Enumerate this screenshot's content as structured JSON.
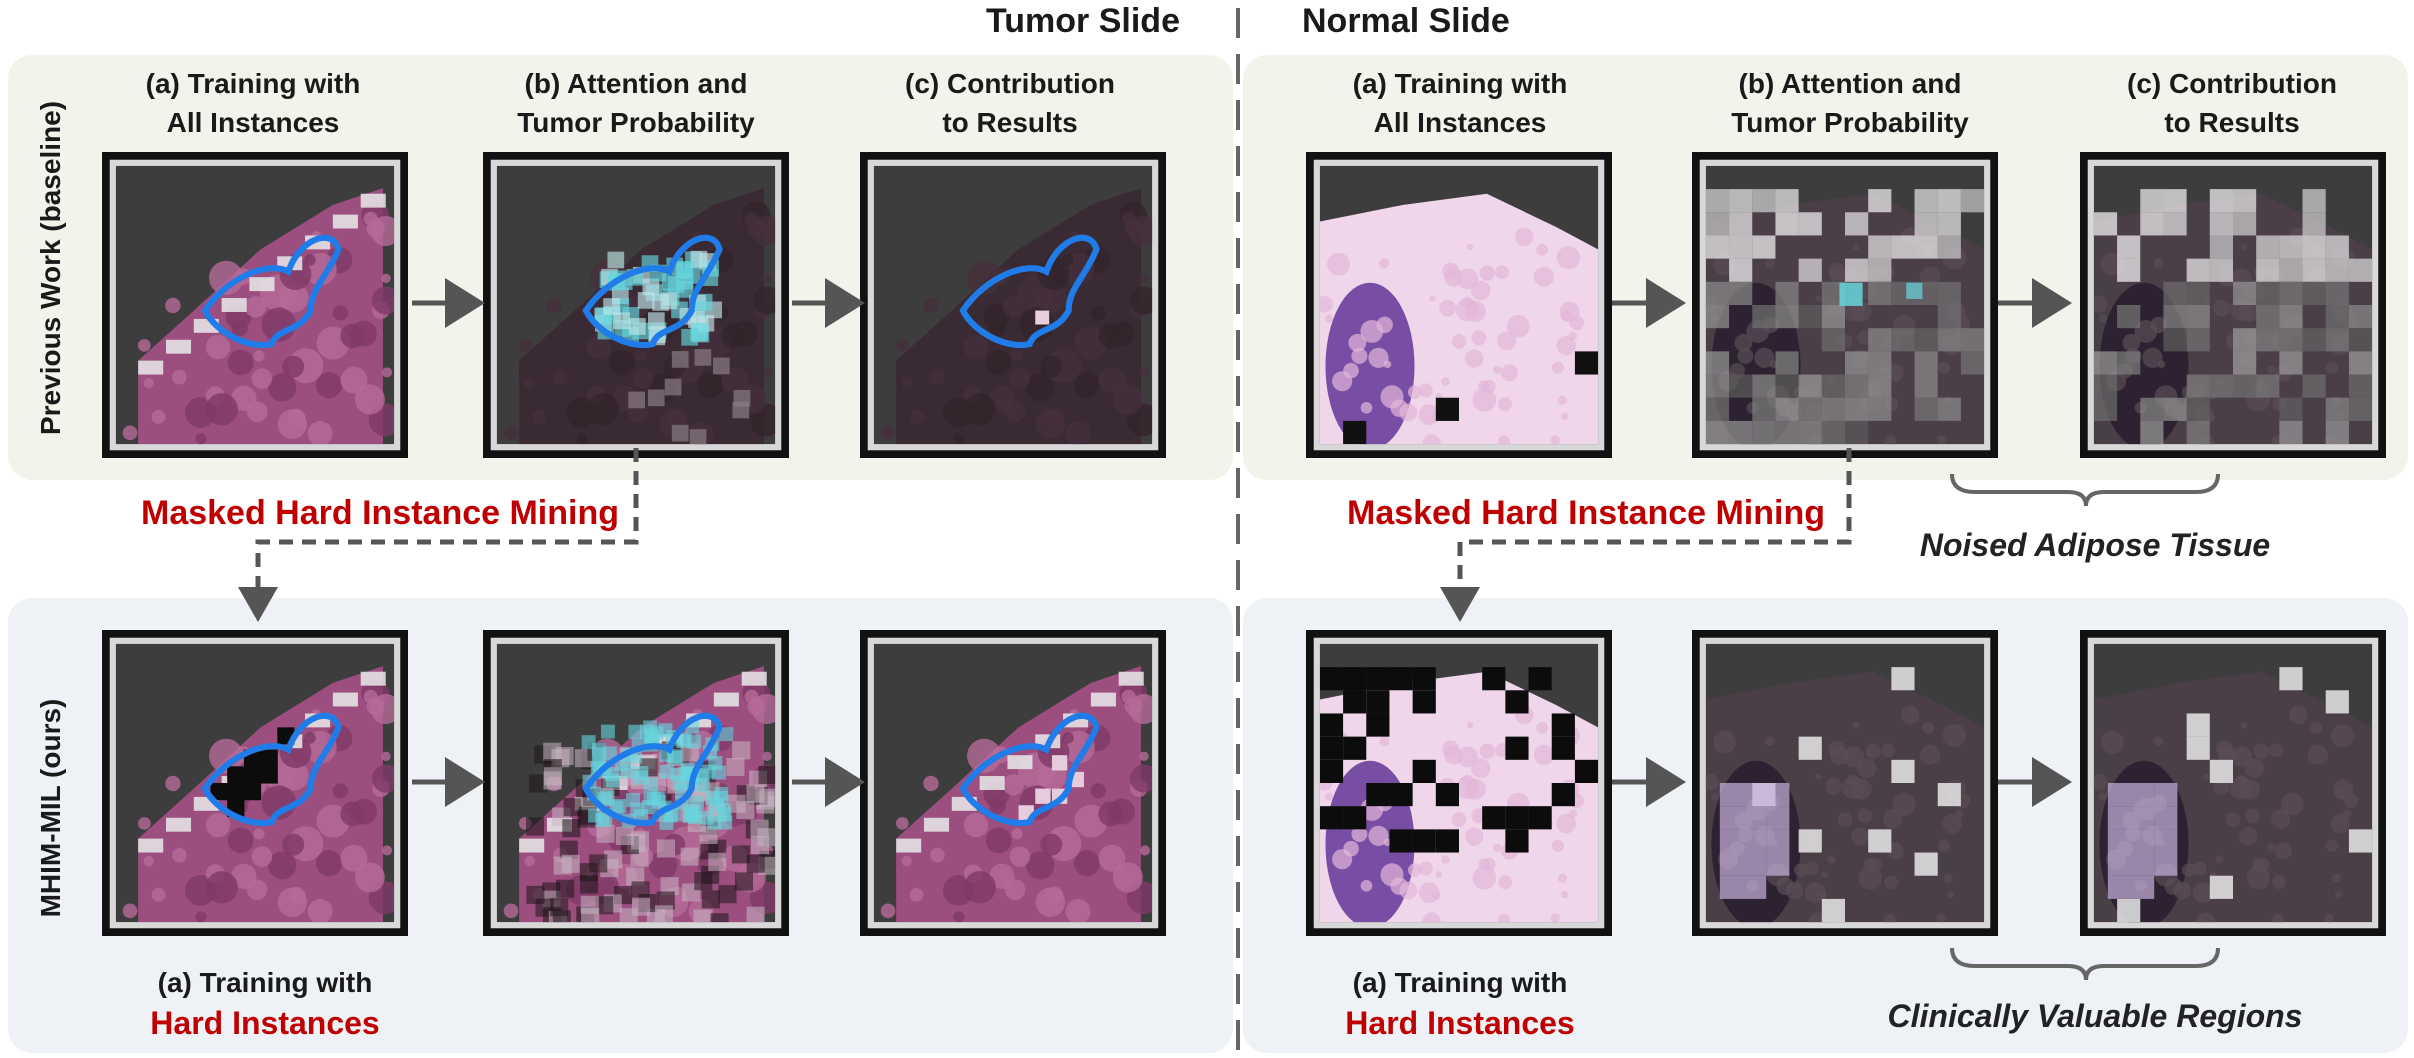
{
  "headers": {
    "tumor": "Tumor Slide",
    "normal": "Normal Slide"
  },
  "rows": {
    "baseline": "Previous Work (baseline)",
    "ours": "MHIM-MIL (ours)"
  },
  "columns": {
    "a1": "(a) Training with",
    "a2": "All Instances",
    "b1": "(b) Attention and",
    "b2": "Tumor Probability",
    "c1": "(c) Contribution",
    "c2": "to Results"
  },
  "mining": "Masked Hard Instance Mining",
  "hard": {
    "line1": "(a) Training with",
    "line2": "Hard Instances"
  },
  "annotations": {
    "adipose": "Noised Adipose Tissue",
    "clinical": "Clinically Valuable Regions"
  },
  "colors": {
    "tumor_outline": "#1f7ce8",
    "attention": "#66d6dd",
    "highlight_red": "#c00000",
    "panel_bg_top": "#f1f4ea",
    "panel_bg_bottom": "#eef2f6"
  }
}
